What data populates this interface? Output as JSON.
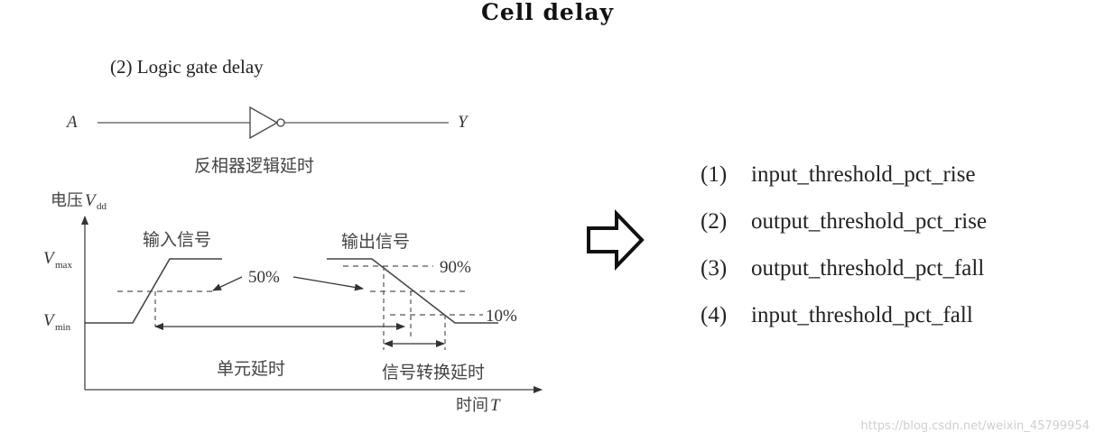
{
  "title": "Cell delay",
  "diagram": {
    "subtitle": "(2) Logic gate delay",
    "gate": {
      "input_label": "A",
      "output_label": "Y",
      "caption": "反相器逻辑延时"
    },
    "waveform": {
      "y_axis_label": "电压",
      "y_axis_var": "V",
      "y_axis_sub": "dd",
      "vmax_label": "V",
      "vmax_sub": "max",
      "vmin_label": "V",
      "vmin_sub": "min",
      "input_signal_label": "输入信号",
      "output_signal_label": "输出信号",
      "pct_50": "50%",
      "pct_90": "90%",
      "pct_10": "10%",
      "cell_delay_label": "单元延时",
      "transition_delay_label": "信号转换延时",
      "x_axis_label": "时间",
      "x_axis_var": "T"
    }
  },
  "arrow": {
    "icon": "hollow-right-arrow-icon"
  },
  "attributes": [
    {
      "num": "(1)",
      "label": "input_threshold_pct_rise"
    },
    {
      "num": "(2)",
      "label": "output_threshold_pct_rise"
    },
    {
      "num": "(3)",
      "label": "output_threshold_pct_fall"
    },
    {
      "num": "(4)",
      "label": "input_threshold_pct_fall"
    }
  ],
  "watermark": "https://blog.csdn.net/weixin_45799954"
}
